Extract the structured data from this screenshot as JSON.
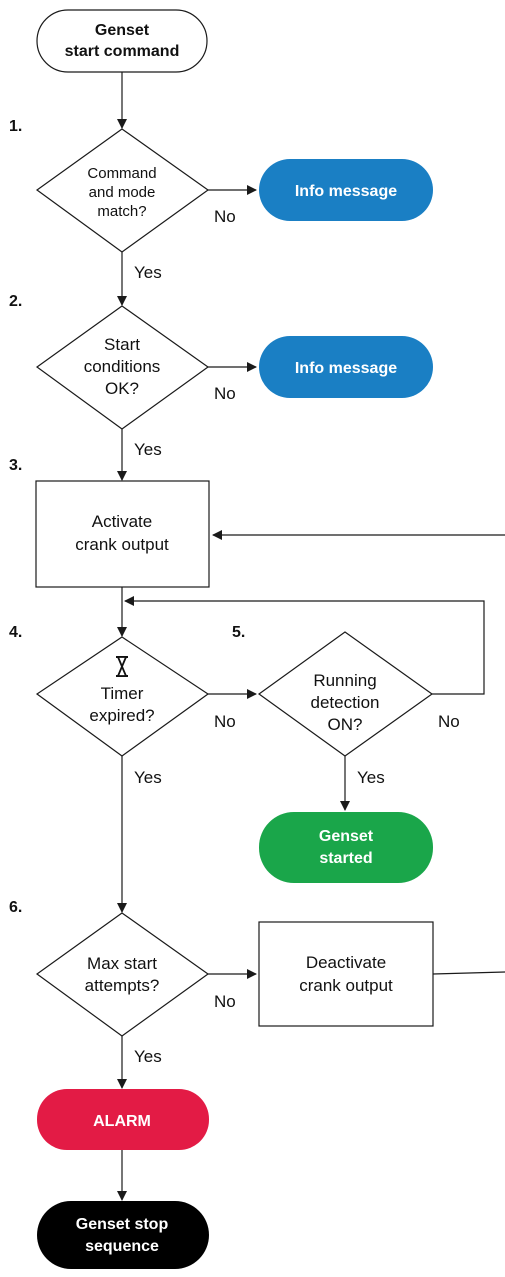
{
  "steps": {
    "s1": "1.",
    "s2": "2.",
    "s3": "3.",
    "s4": "4.",
    "s5": "5.",
    "s6": "6."
  },
  "nodes": {
    "start": [
      "Genset",
      "start command"
    ],
    "d1": [
      "Command",
      "and mode",
      "match?"
    ],
    "info1": [
      "Info message"
    ],
    "d2": [
      "Start",
      "conditions",
      "OK?"
    ],
    "info2": [
      "Info message"
    ],
    "activate": [
      "Activate",
      "crank output"
    ],
    "timer": [
      "Timer",
      "expired?"
    ],
    "running": [
      "Running",
      "detection",
      "ON?"
    ],
    "started": [
      "Genset",
      "started"
    ],
    "maxstart": [
      "Max start",
      "attempts?"
    ],
    "deactivate": [
      "Deactivate",
      "crank output"
    ],
    "alarm": [
      "ALARM"
    ],
    "stopseq": [
      "Genset stop",
      "sequence"
    ]
  },
  "edges": {
    "d1_no": "No",
    "d1_yes": "Yes",
    "d2_no": "No",
    "d2_yes": "Yes",
    "timer_no": "No",
    "timer_yes": "Yes",
    "running_no": "No",
    "running_yes": "Yes",
    "max_no": "No",
    "max_yes": "Yes"
  },
  "colors": {
    "info": "#1a7fc4",
    "started": "#1aa64a",
    "alarm": "#e31b45",
    "stop": "#000000",
    "text_on_color": "#ffffff",
    "text_dark": "#111111"
  },
  "icons": {
    "timer": "hourglass-icon"
  }
}
